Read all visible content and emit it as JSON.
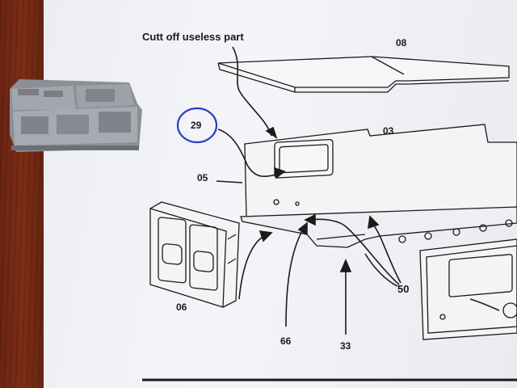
{
  "labels": {
    "cutt_off": "Cutt off useless part",
    "part_08": "08",
    "part_03": "03",
    "part_29": "29",
    "part_05": "05",
    "part_06": "06",
    "part_66": "66",
    "part_33": "33",
    "part_50": "50"
  },
  "colors": {
    "ink": "#1a1a1a",
    "blue_pen": "#2a3fc9",
    "resin_part": "#9a9ea4",
    "paper": "#f0f1f4",
    "wood": "#6b2412"
  }
}
